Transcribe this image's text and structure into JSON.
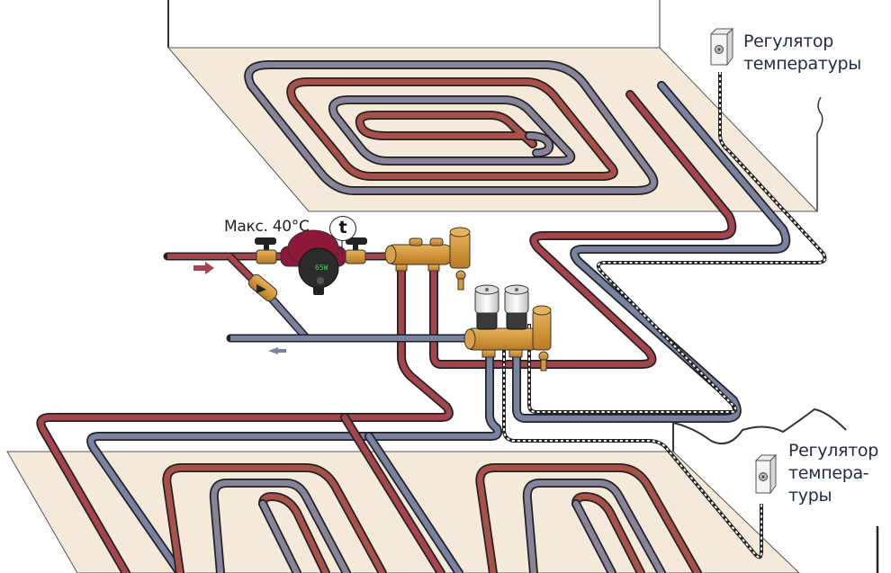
{
  "diagram": {
    "title": "Underfloor heating scheme with two floors, pump group and temperature regulators",
    "pump_label": "Макс. 40°C",
    "thermometer_symbol": "t",
    "regulator_top": {
      "line1": "Регулятор",
      "line2": "температуры"
    },
    "regulator_bottom": {
      "line1": "Регулятор",
      "line2": "темпера-",
      "line3": "туры"
    },
    "pump_display": "65 W",
    "flow_in_direction": "right",
    "flow_out_direction": "left"
  },
  "colors": {
    "supply_pipe": "#a5444d",
    "return_pipe": "#7a82a4",
    "return_pipe_floor": "#86849a",
    "supply_pipe_floor": "#a8514a",
    "floor_slab": "#f5ead9",
    "brass": "#d69a3c",
    "pump_body": "#8e1838",
    "pipe_outline": "#1e1e1e"
  }
}
